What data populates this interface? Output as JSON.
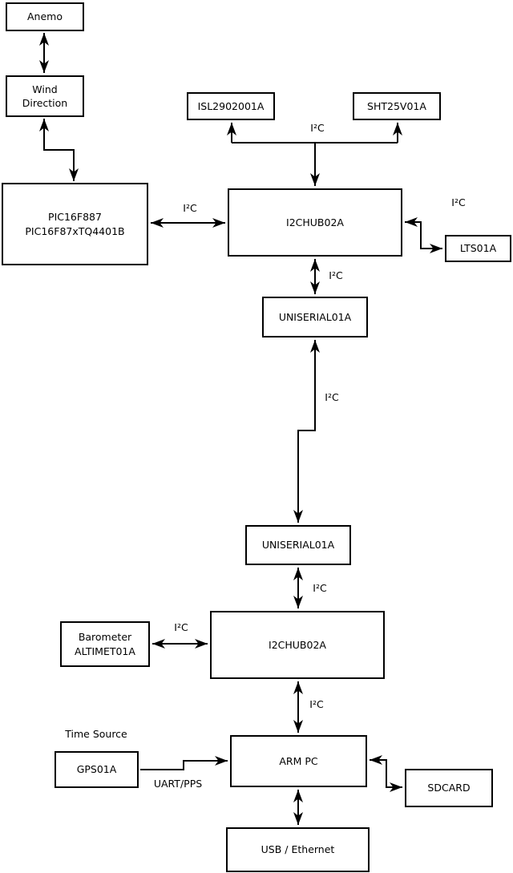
{
  "boxes": {
    "anemo": {
      "label": "Anemo"
    },
    "wind_direction": {
      "line1": "Wind",
      "line2": "Direction"
    },
    "pic": {
      "line1": "PIC16F887",
      "line2": "PIC16F87xTQ4401B"
    },
    "isl": {
      "label": "ISL2902001A"
    },
    "sht": {
      "label": "SHT25V01A"
    },
    "i2chub_top": {
      "label": "I2CHUB02A"
    },
    "lts": {
      "label": "LTS01A"
    },
    "uniserial_top": {
      "label": "UNISERIAL01A"
    },
    "uniserial_bottom": {
      "label": "UNISERIAL01A"
    },
    "i2chub_bottom": {
      "label": "I2CHUB02A"
    },
    "barometer": {
      "line1": "Barometer",
      "line2": "ALTIMET01A"
    },
    "arm_pc": {
      "label": "ARM PC"
    },
    "gps": {
      "label": "GPS01A"
    },
    "sdcard": {
      "label": "SDCARD"
    },
    "usb_ethernet": {
      "label": "USB / Ethernet"
    }
  },
  "labels": {
    "i2c": "I²C",
    "uart_pps": "UART/PPS",
    "time_source": "Time Source"
  },
  "colors": {
    "background": "#ffffff",
    "line": "#000000",
    "box_fill": "#ffffff",
    "text": "#000000"
  }
}
